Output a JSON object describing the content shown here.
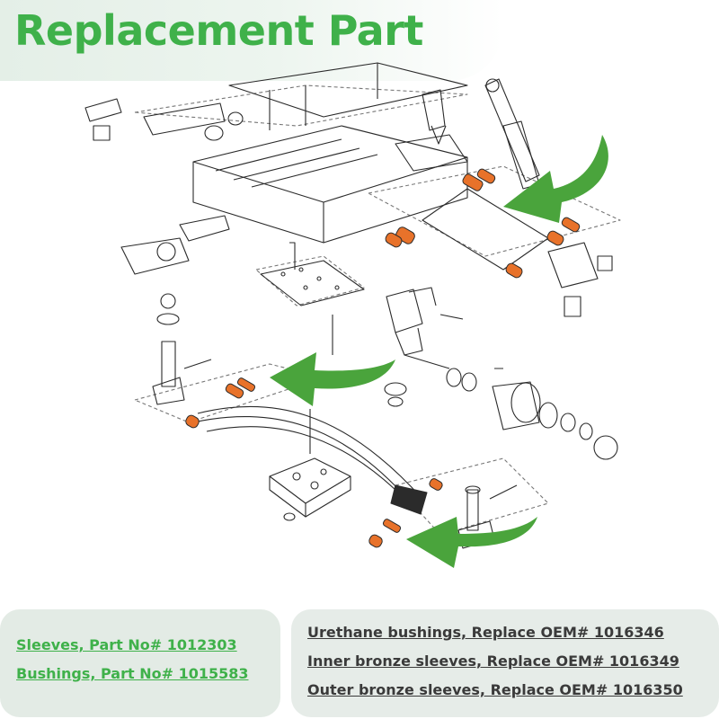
{
  "header": {
    "title": "Replacement Part"
  },
  "diagram": {
    "colors": {
      "arrow": "#4aa43c",
      "highlight": "#e8722a",
      "line": "#2b2b2b"
    }
  },
  "left_panel": {
    "sleeves": "Sleeves, Part No# 1012303",
    "bushings": "Bushings, Part No# 1015583"
  },
  "right_panel": {
    "urethane": "Urethane bushings, Replace OEM# 1016346",
    "inner": "Inner bronze sleeves, Replace OEM# 1016349",
    "outer": "Outer bronze sleeves, Replace OEM# 1016350"
  }
}
